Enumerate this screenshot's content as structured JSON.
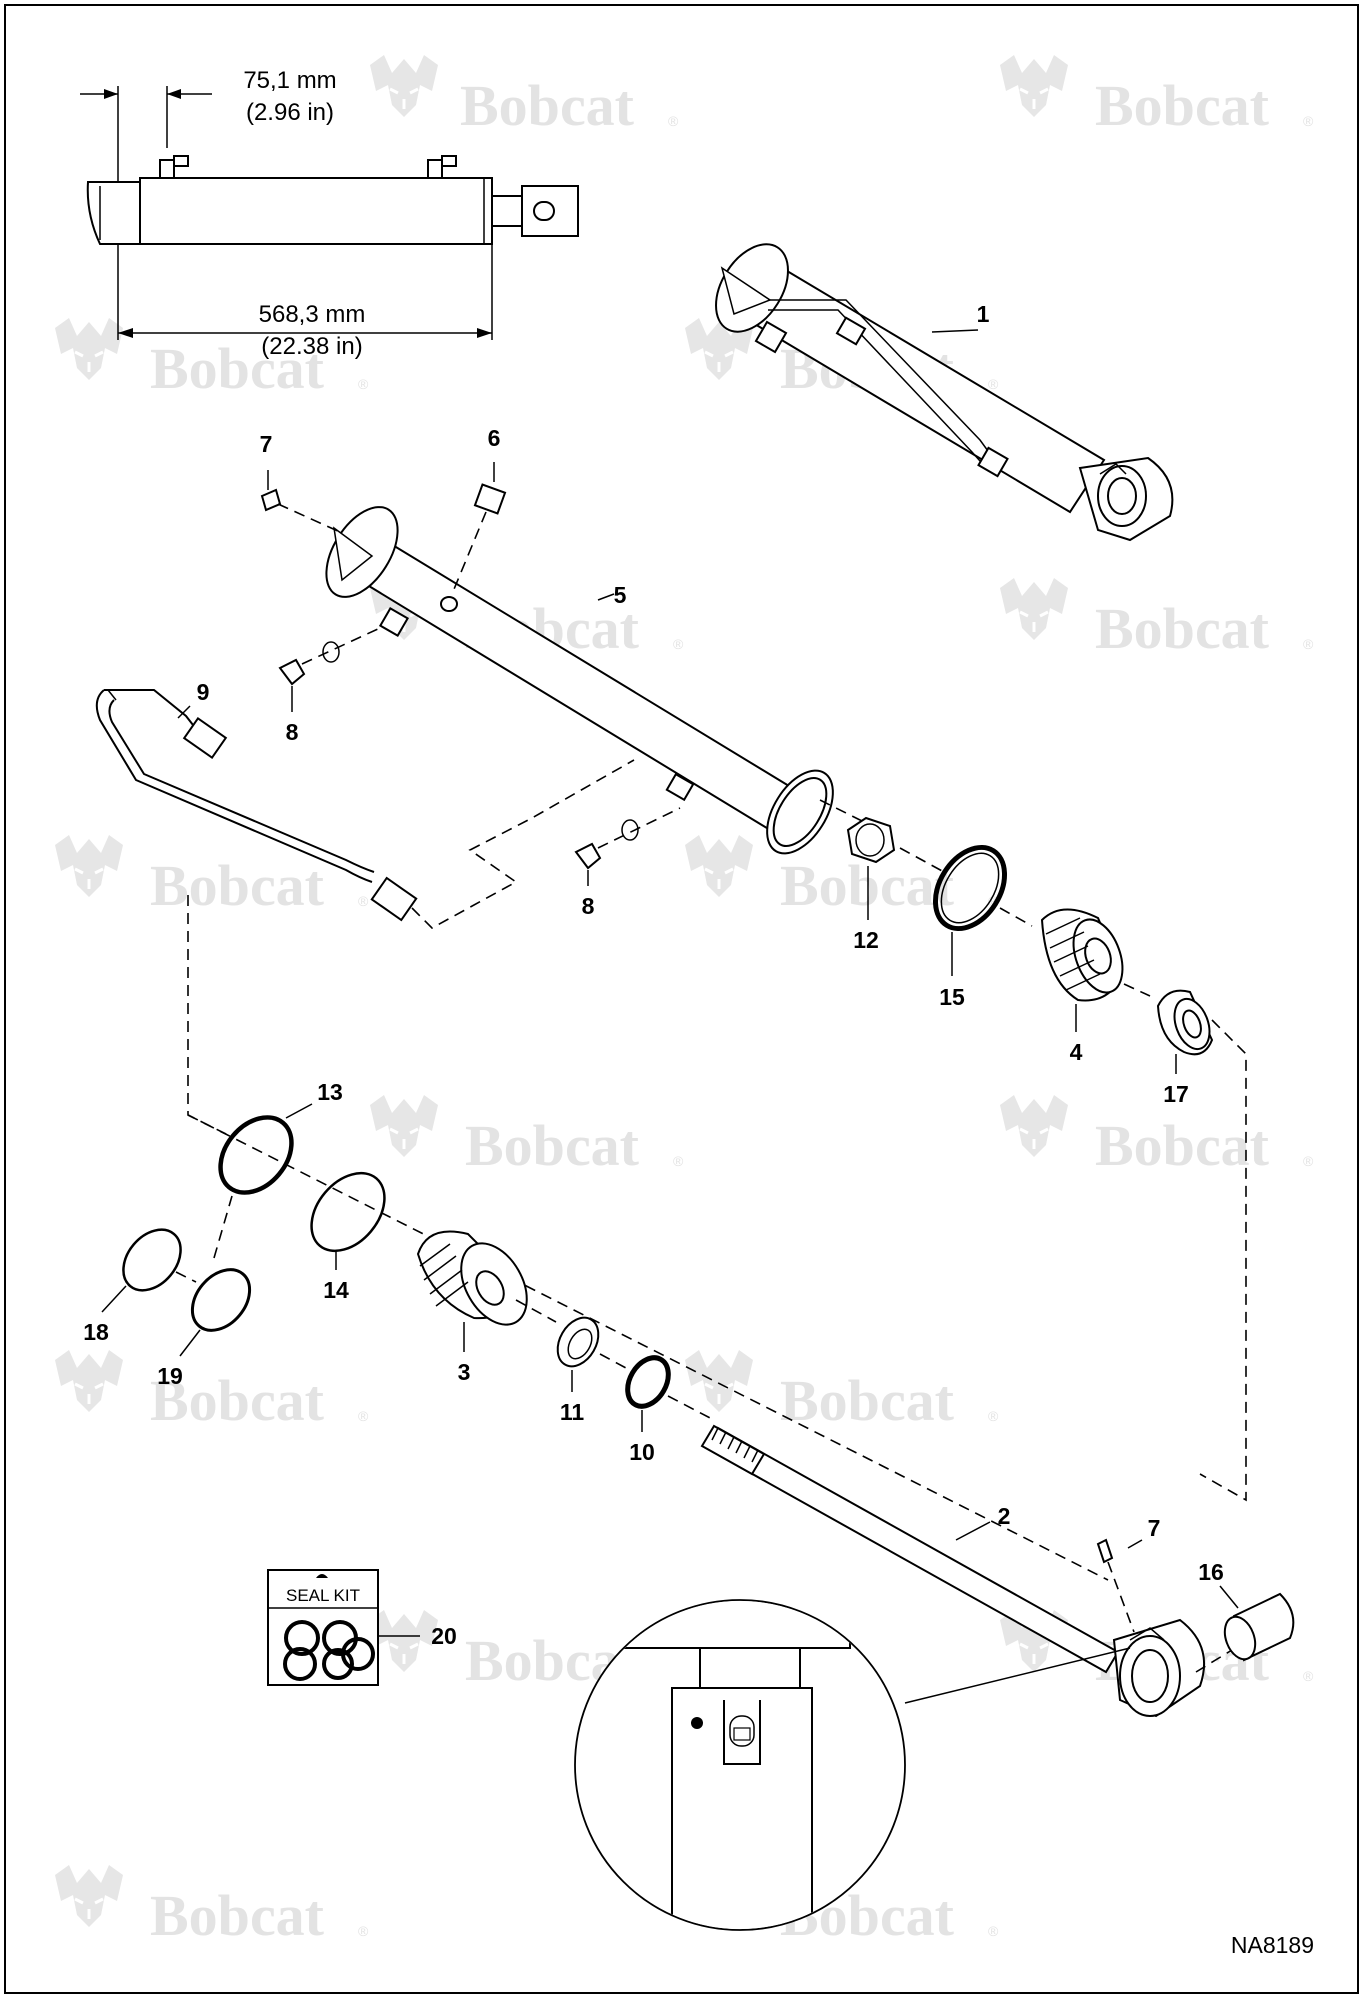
{
  "watermark": {
    "brand": "Bobcat",
    "reg_mark": "®"
  },
  "dimensions": {
    "offset_mm": "75,1 mm",
    "offset_in": "(2.96 in)",
    "length_mm": "568,3 mm",
    "length_in": "(22.38 in)"
  },
  "callouts": {
    "c1": "1",
    "c2": "2",
    "c3": "3",
    "c4": "4",
    "c5": "5",
    "c6": "6",
    "c7a": "7",
    "c7b": "7",
    "c8a": "8",
    "c8b": "8",
    "c9": "9",
    "c10": "10",
    "c11": "11",
    "c12": "12",
    "c13": "13",
    "c14": "14",
    "c15": "15",
    "c16": "16",
    "c17": "17",
    "c18": "18",
    "c19": "19",
    "c20": "20"
  },
  "seal_kit": {
    "title": "SEAL KIT"
  },
  "figure_id": "NA8189"
}
